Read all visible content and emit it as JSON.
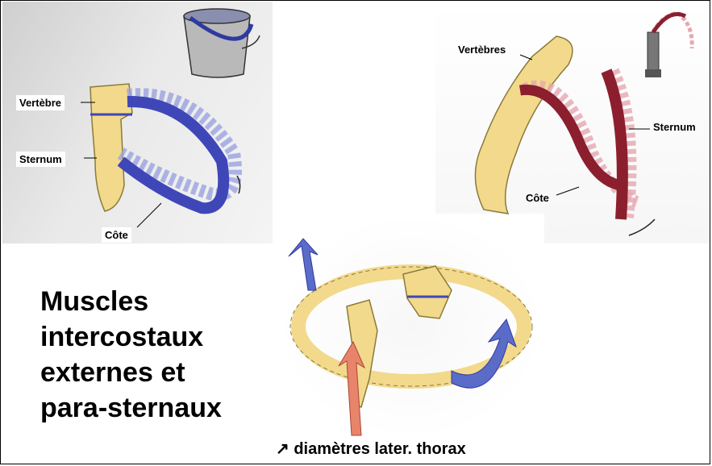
{
  "labels": {
    "top_left_vertebra": "Vertèbre",
    "top_left_sternum": "Sternum",
    "top_left_rib": "Côte",
    "top_right_vertebrae": "Vertèbres",
    "top_right_sternum": "Sternum",
    "top_right_rib": "Côte"
  },
  "title_lines": [
    "Muscles",
    "intercostaux",
    "externes et",
    "para-sternaux"
  ],
  "caption": "diamètres later. thorax",
  "caption_icon": "north-east-arrow-icon",
  "colors": {
    "bone": "#f2d98c",
    "rib_blue": "#3f47b8",
    "rib_blue_light": "#9aa3e0",
    "rib_red": "#8c1f2e",
    "rib_red_light": "#e6a6b0",
    "arrow_orange": "#e8846a"
  }
}
